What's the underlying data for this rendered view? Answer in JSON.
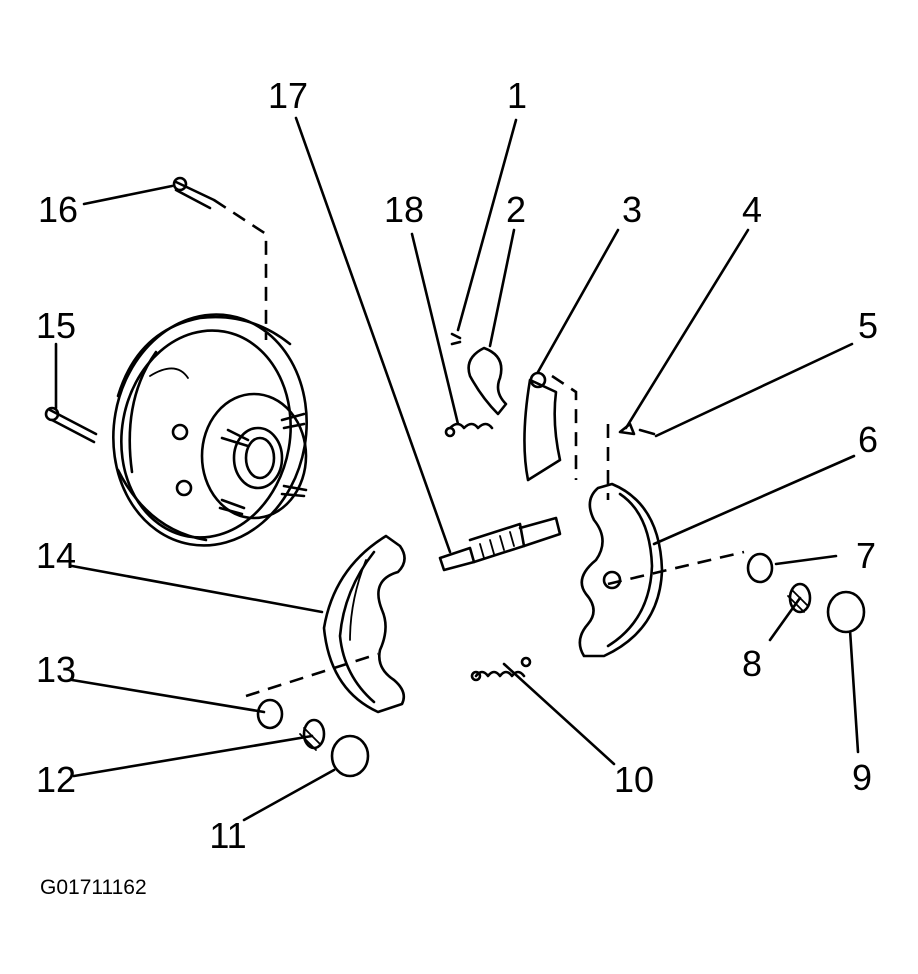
{
  "callouts": {
    "c1": "1",
    "c2": "2",
    "c3": "3",
    "c4": "4",
    "c5": "5",
    "c6": "6",
    "c7": "7",
    "c8": "8",
    "c9": "9",
    "c10": "10",
    "c11": "11",
    "c12": "12",
    "c13": "13",
    "c14": "14",
    "c15": "15",
    "c16": "16",
    "c17": "17",
    "c18": "18"
  },
  "figure_code": "G01711162"
}
